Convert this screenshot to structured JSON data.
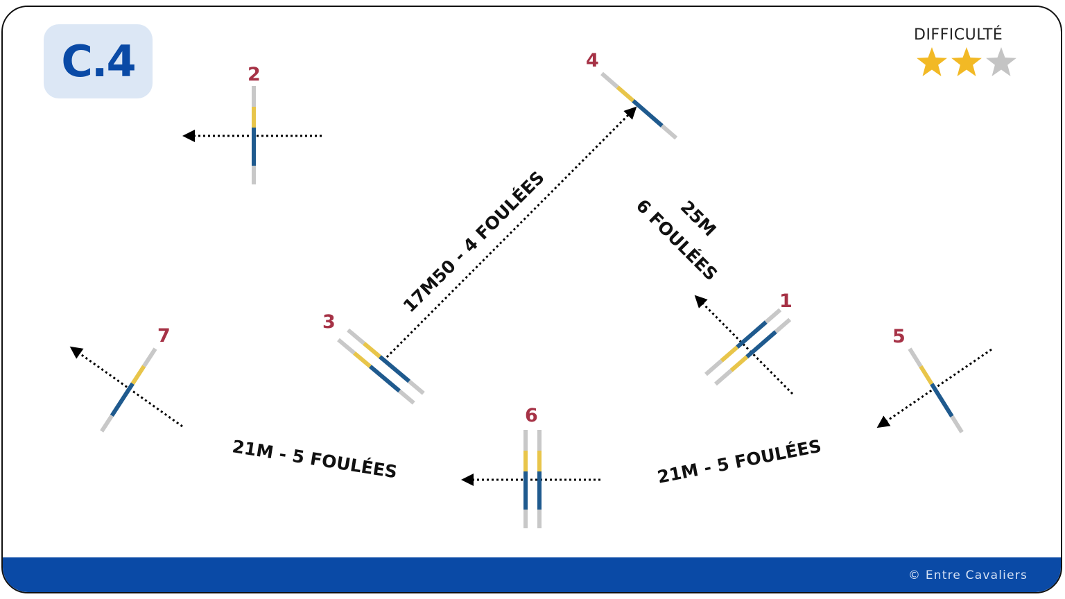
{
  "exercise": {
    "code": "C.4"
  },
  "difficulty": {
    "label": "DIFFICULTÉ",
    "rating": 2,
    "max": 3,
    "colors": {
      "filled": "#f2b925",
      "empty": "#c4c4c4"
    }
  },
  "colors": {
    "pole_grey": "#c8c8c8",
    "pole_yellow": "#e8c54a",
    "pole_blue": "#1f5a8e",
    "number": "#a63246",
    "brand_blue": "#0a4aa6",
    "badge_bg": "#dce7f5"
  },
  "obstacles": [
    {
      "id": 1,
      "label": "1",
      "type": "double-pole",
      "orientation": "diagonal"
    },
    {
      "id": 2,
      "label": "2",
      "type": "single-pole",
      "orientation": "vertical"
    },
    {
      "id": 3,
      "label": "3",
      "type": "double-pole",
      "orientation": "diagonal"
    },
    {
      "id": 4,
      "label": "4",
      "type": "single-pole",
      "orientation": "diagonal"
    },
    {
      "id": 5,
      "label": "5",
      "type": "single-pole",
      "orientation": "diagonal"
    },
    {
      "id": 6,
      "label": "6",
      "type": "double-pole",
      "orientation": "vertical"
    },
    {
      "id": 7,
      "label": "7",
      "type": "single-pole",
      "orientation": "diagonal"
    }
  ],
  "distances": [
    {
      "from": "3",
      "to": "4",
      "text": "17M50 - 4 FOULÉES"
    },
    {
      "from": "4",
      "to": "1",
      "line1": "25M",
      "line2": "6 FOULÉES"
    },
    {
      "from": "5",
      "to": "6",
      "text": "21M - 5 FOULÉES"
    },
    {
      "from": "6",
      "to": "7",
      "text": "21M - 5 FOULÉES"
    }
  ],
  "footer": {
    "copyright": "© Entre Cavaliers"
  }
}
